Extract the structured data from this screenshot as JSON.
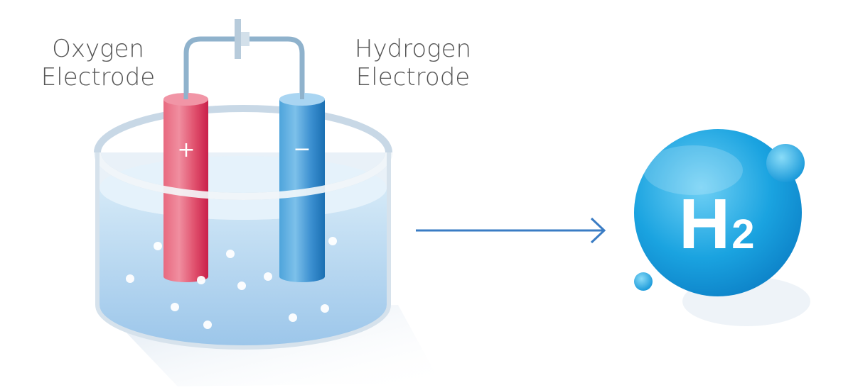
{
  "labels": {
    "oxygen_line1": "Oxygen",
    "oxygen_line2": "Electrode",
    "hydrogen_line1": "Hydrogen",
    "hydrogen_line2": "Electrode"
  },
  "electrodes": {
    "anode_sign": "+",
    "cathode_sign": "−"
  },
  "product": {
    "symbol": "H",
    "subscript": "2"
  },
  "colors": {
    "anode": "#e0506e",
    "cathode": "#3b8fd0",
    "arrow": "#3a7cc4",
    "sphere": "#1aa3e0",
    "wire": "#8fb2cc"
  }
}
